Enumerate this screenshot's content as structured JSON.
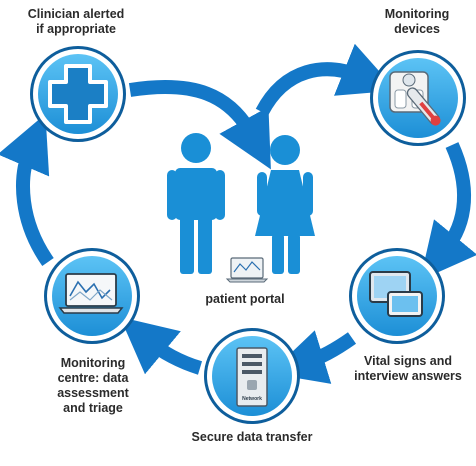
{
  "diagram": {
    "nodes": {
      "clinician": {
        "lines": [
          "Clinician alerted",
          "if appropriate"
        ],
        "icon": "medical-cross-icon"
      },
      "devices": {
        "lines": [
          "Monitoring",
          "devices"
        ],
        "icon": "scale-thermometer-icon"
      },
      "vitals": {
        "lines": [
          "Vital signs and",
          "interview answers"
        ],
        "icon": "monitor-tablet-icon"
      },
      "transfer": {
        "lines": [
          "Secure data transfer"
        ],
        "icon": "server-icon",
        "server_label": "Network"
      },
      "centre": {
        "lines": [
          "Monitoring",
          "centre: data",
          "assessment",
          "and triage"
        ],
        "icon": "laptop-chart-icon"
      }
    },
    "center": {
      "label": "patient portal",
      "icon": "patients-laptop-icon"
    },
    "colors": {
      "arrow": "#1478c8",
      "circle_fill": "#2ba3e6",
      "circle_ring": "#ffffff",
      "circle_outline": "#0e5e9c",
      "figures": "#1a8fd6",
      "text": "#2b2b2b"
    }
  }
}
